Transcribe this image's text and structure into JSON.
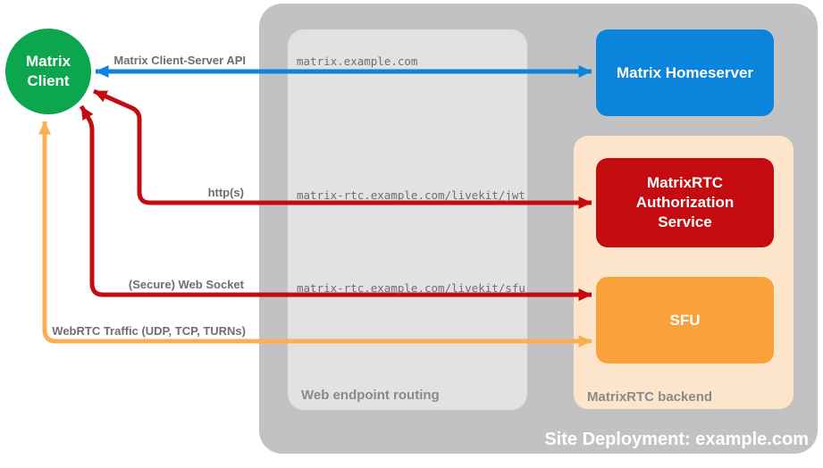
{
  "diagram": {
    "title": "Site Deployment: example.com",
    "client": {
      "label": "Matrix\nClient",
      "color": "#0ca64f"
    },
    "groups": {
      "routing": {
        "caption": "Web endpoint routing",
        "color": "#e2e2e2"
      },
      "backend": {
        "caption": "MatrixRTC backend",
        "color": "#fce5cb"
      },
      "container": {
        "color": "#c2c2c4"
      }
    },
    "nodes": {
      "homeserver": {
        "label": "Matrix Homeserver",
        "color": "#0b85dc"
      },
      "auth": {
        "label": "MatrixRTC\nAuthorization\nService",
        "color": "#c40b0f"
      },
      "sfu": {
        "label": "SFU",
        "color": "#f9a23c"
      }
    },
    "connections": {
      "cs_api": {
        "label": "Matrix Client-Server API",
        "endpoint": "matrix.example.com",
        "color": "#0b85dc"
      },
      "jwt": {
        "label": "http(s)",
        "endpoint": "matrix-rtc.example.com/livekit/jwt",
        "color": "#c40b0f"
      },
      "sfu_ws": {
        "label": "(Secure) Web Socket",
        "endpoint": "matrix-rtc.example.com/livekit/sfu",
        "color": "#c40b0f"
      },
      "webrtc": {
        "label": "WebRTC Traffic (UDP, TCP, TURNs)",
        "color": "#fbaf55"
      }
    }
  }
}
